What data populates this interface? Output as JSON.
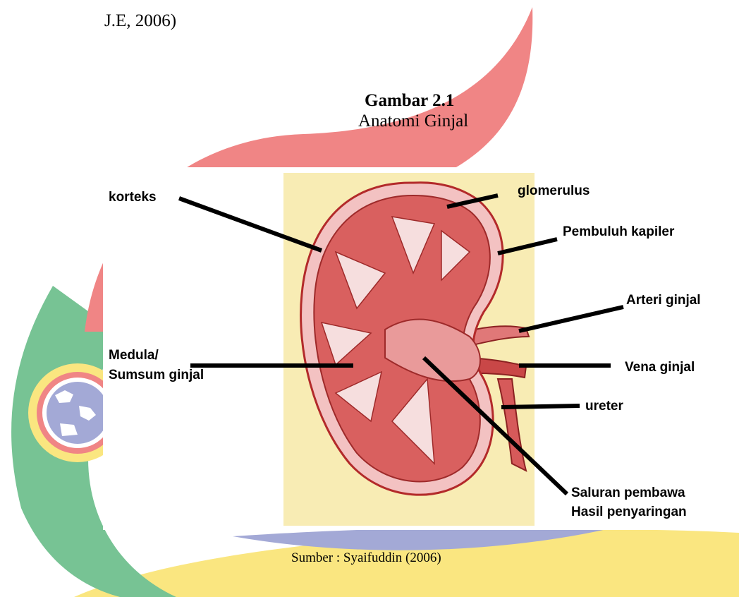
{
  "document": {
    "reference_tail": "J.E, 2006)",
    "figure_number": "Gambar 2.1",
    "figure_title": "Anatomi Ginjal",
    "figure_source": "Sumber : Syaifuddin (2006)"
  },
  "figure": {
    "labels": {
      "korteks": "korteks",
      "glomerulus": "glomerulus",
      "kapiler": "Pembuluh kapiler",
      "arteri": "Arteri ginjal",
      "medula_1": "Medula/",
      "medula_2": "Sumsum ginjal",
      "vena": "Vena ginjal",
      "ureter": "ureter",
      "saluran_1": "Saluran pembawa",
      "saluran_2": "Hasil penyaringan"
    }
  },
  "colors": {
    "watermark_red": "#f08585",
    "watermark_green": "#77c394",
    "watermark_yellow": "#fae680",
    "watermark_blue": "#a3a9d6",
    "figure_background": "#f8ecb4",
    "kidney": "#c13d3d"
  }
}
